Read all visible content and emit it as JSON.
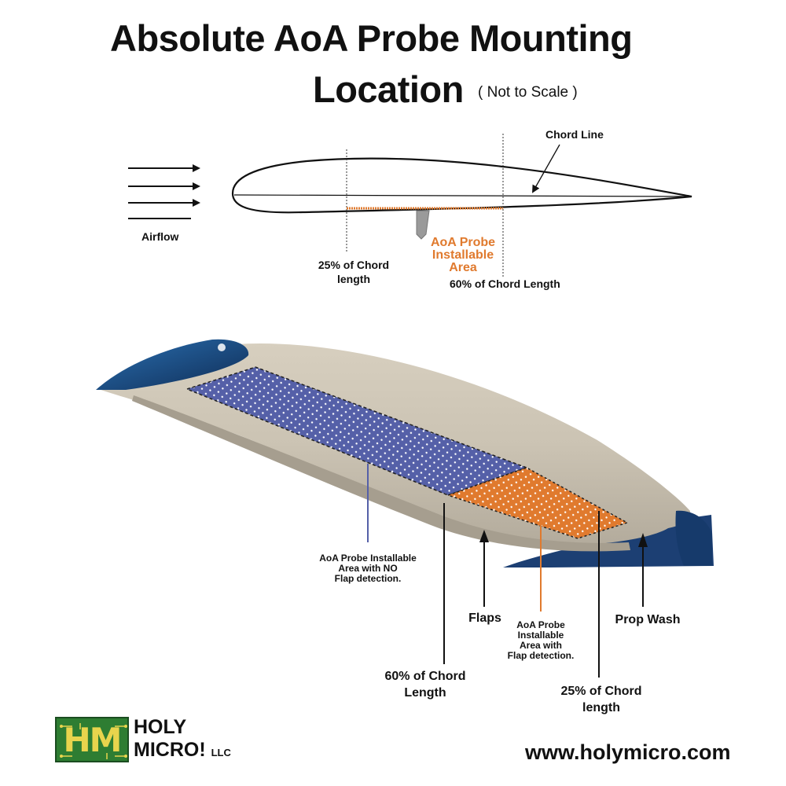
{
  "title": {
    "line1": "Absolute AoA Probe Mounting",
    "line2": "Location",
    "note": "( Not to Scale )"
  },
  "airfoil": {
    "airflow_label": "Airflow",
    "chord_line_label": "Chord Line",
    "probe_area_line1": "AoA Probe",
    "probe_area_line2": "Installable",
    "probe_area_line3": "Area",
    "pct25_line1": "25% of Chord",
    "pct25_line2": "length",
    "pct60": "60% of Chord Length"
  },
  "wing": {
    "no_flap_line1": "AoA Probe Installable",
    "no_flap_line2": "Area with NO",
    "no_flap_line3": "Flap detection.",
    "flaps": "Flaps",
    "flap_line1": "AoA Probe",
    "flap_line2": "Installable",
    "flap_line3": "Area with",
    "flap_line4": "Flap detection.",
    "prop_wash": "Prop Wash",
    "pct60_line1": "60% of Chord",
    "pct60_line2": "Length",
    "pct25_line1": "25% of Chord",
    "pct25_line2": "length"
  },
  "footer": {
    "logo_letters": "HM",
    "company_line1": "HOLY",
    "company_line2": "MICRO!",
    "company_suffix": "LLC",
    "url": "www.holymicro.com"
  },
  "colors": {
    "accent_orange": "#e07a2e",
    "zone_blue": "#5560a8",
    "logo_green": "#2e7d32",
    "logo_yellow": "#e8d44d",
    "wing_navy": "#1c3f73"
  }
}
